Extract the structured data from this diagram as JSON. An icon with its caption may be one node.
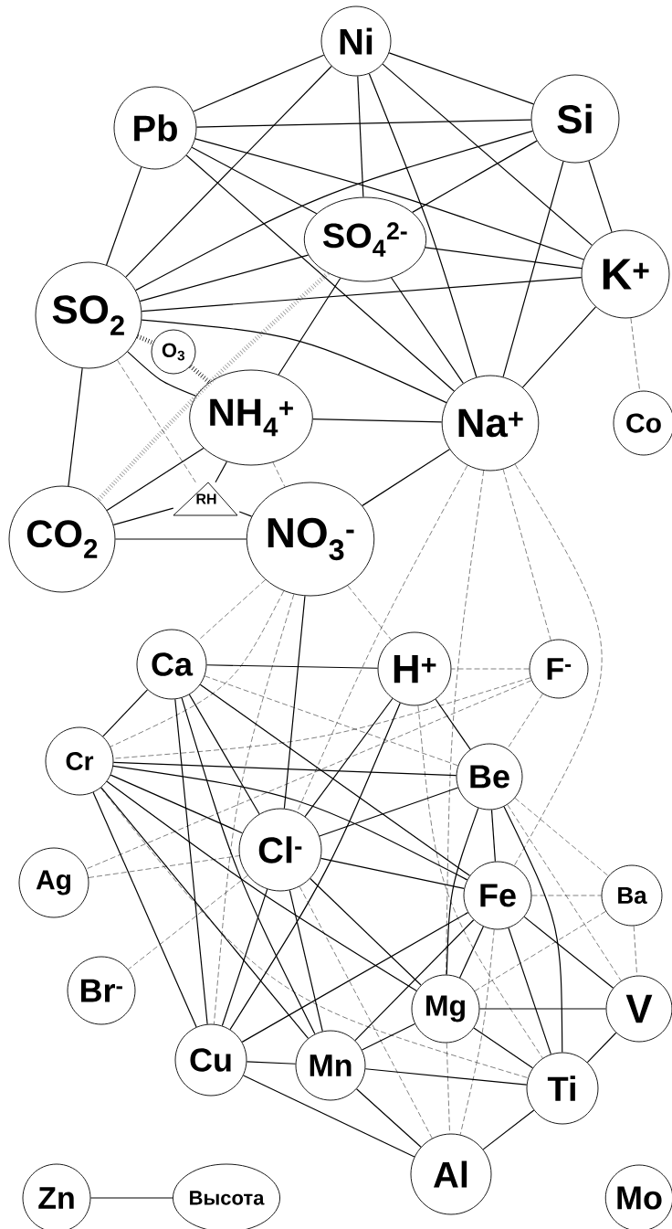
{
  "diagram": {
    "nodes": [
      {
        "text": [
          "Ni"
        ]
      },
      {
        "text": [
          "Pb"
        ]
      },
      {
        "text": [
          "Si"
        ]
      },
      {
        "text": [
          "SO$_{4}$$^{2-}$"
        ]
      },
      {
        "text": [
          "K$^{+}$"
        ]
      },
      {
        "text": [
          "SO$_{2}$"
        ]
      },
      {
        "text": [
          "O$_{3}$"
        ]
      },
      {
        "text": [
          "NH$_{4}$$^{+}$"
        ]
      },
      {
        "text": [
          "Na$^{+}$"
        ]
      },
      {
        "text": [
          "Co"
        ]
      },
      {
        "text": [
          "RH"
        ]
      },
      {
        "text": [
          "CO$_{2}$"
        ]
      },
      {
        "text": [
          "NO$_{3}$$^{-}$"
        ]
      },
      {
        "text": [
          "Ca"
        ]
      },
      {
        "text": [
          "H$^{+}$"
        ]
      },
      {
        "text": [
          "F$^{-}$"
        ]
      },
      {
        "text": [
          "Cr"
        ]
      },
      {
        "text": [
          "Be"
        ]
      },
      {
        "text": [
          "Cl$^{-}$"
        ]
      },
      {
        "text": [
          "Ag"
        ]
      },
      {
        "text": [
          "Fe"
        ]
      },
      {
        "text": [
          "Ba"
        ]
      },
      {
        "text": [
          "Br$^{-}$"
        ]
      },
      {
        "text": [
          "Mg"
        ]
      },
      {
        "text": [
          "V"
        ]
      },
      {
        "text": [
          "Cu"
        ]
      },
      {
        "text": [
          "Mn"
        ]
      },
      {
        "text": [
          "Ti"
        ]
      },
      {
        "text": [
          "Al"
        ]
      },
      {
        "text": [
          "Zn"
        ]
      },
      {
        "text": [
          "Высота"
        ]
      },
      {
        "text": [
          "Mo"
        ]
      }
    ],
    "edges": [
      {
        "from": 0,
        "to": 1,
        "arrow": "none"
      },
      {
        "from": 0,
        "to": 2,
        "arrow": "none"
      },
      {
        "from": 0,
        "to": 5,
        "arrow": "none"
      },
      {
        "from": 0,
        "to": 3,
        "arrow": "none"
      },
      {
        "from": 0,
        "to": 8,
        "arrow": "none"
      },
      {
        "from": 0,
        "to": 4,
        "arrow": "none"
      },
      {
        "from": 1,
        "to": 2,
        "arrow": "none"
      },
      {
        "from": 1,
        "to": 5,
        "arrow": "none"
      },
      {
        "from": 1,
        "to": 4,
        "arrow": "none"
      },
      {
        "from": 1,
        "to": 3,
        "arrow": "none"
      },
      {
        "from": 1,
        "to": 8,
        "arrow": "none"
      },
      {
        "from": 2,
        "to": 5,
        "arrow": "none"
      },
      {
        "from": 2,
        "to": 3,
        "arrow": "none"
      },
      {
        "from": 2,
        "to": 8,
        "arrow": "none"
      },
      {
        "from": 2,
        "to": 4,
        "arrow": "none"
      },
      {
        "from": 3,
        "to": 4,
        "arrow": "none"
      },
      {
        "from": 3,
        "to": 5,
        "arrow": "none"
      },
      {
        "from": 3,
        "to": 7,
        "arrow": "none"
      },
      {
        "from": 3,
        "to": 8,
        "arrow": "none"
      },
      {
        "from": 3,
        "to": 11,
        "arrow": "none",
        "style": "dashed",
        "color": "#888888"
      },
      {
        "from": 5,
        "to": 4,
        "arrow": "none"
      },
      {
        "from": 5,
        "to": 8,
        "arrow": "none"
      },
      {
        "from": 5,
        "to": 7,
        "arrow": "none"
      },
      {
        "from": 5,
        "to": 11,
        "arrow": "none"
      },
      {
        "from": 5,
        "to": 6,
        "arrow": "none",
        "style": "dashed"
      },
      {
        "from": 5,
        "to": 10,
        "arrow": "none",
        "style": "dashed"
      },
      {
        "from": 6,
        "to": 7,
        "arrow": "none",
        "style": "dashed"
      },
      {
        "from": 7,
        "to": 8,
        "arrow": "none"
      },
      {
        "from": 7,
        "to": 11,
        "arrow": "none"
      },
      {
        "from": 7,
        "to": 10,
        "arrow": "none"
      },
      {
        "from": 7,
        "to": 12,
        "arrow": "none",
        "style": "dashed"
      },
      {
        "from": 10,
        "to": 11,
        "arrow": "none"
      },
      {
        "from": 10,
        "to": 12,
        "arrow": "none"
      },
      {
        "from": 11,
        "to": 12,
        "arrow": "none"
      },
      {
        "from": 12,
        "to": 8,
        "arrow": "none"
      },
      {
        "from": 12,
        "to": 18,
        "arrow": "none"
      },
      {
        "from": 12,
        "to": 14,
        "arrow": "none",
        "style": "dashed"
      },
      {
        "from": 12,
        "to": 13,
        "arrow": "none",
        "style": "dashed"
      },
      {
        "from": 12,
        "to": 16,
        "arrow": "none",
        "style": "dashed"
      },
      {
        "from": 12,
        "to": 25,
        "arrow": "none",
        "style": "dashed"
      },
      {
        "from": 8,
        "to": 4,
        "arrow": "none"
      },
      {
        "from": 8,
        "to": 18,
        "arrow": "none",
        "style": "dashed"
      },
      {
        "from": 8,
        "to": 23,
        "arrow": "none",
        "style": "dashed"
      },
      {
        "from": 8,
        "to": 20,
        "arrow": "none",
        "style": "dashed"
      },
      {
        "from": 8,
        "to": 15,
        "arrow": "none",
        "style": "dashed"
      },
      {
        "from": 4,
        "to": 9,
        "arrow": "none",
        "style": "dashed"
      },
      {
        "from": 13,
        "to": 14,
        "arrow": "none"
      },
      {
        "from": 13,
        "to": 16,
        "arrow": "none"
      },
      {
        "from": 13,
        "to": 18,
        "arrow": "none"
      },
      {
        "from": 13,
        "to": 25,
        "arrow": "none"
      },
      {
        "from": 13,
        "to": 26,
        "arrow": "none"
      },
      {
        "from": 13,
        "to": 20,
        "arrow": "none"
      },
      {
        "from": 13,
        "to": 17,
        "arrow": "none",
        "style": "dashed"
      },
      {
        "from": 16,
        "to": 17,
        "arrow": "none"
      },
      {
        "from": 16,
        "to": 20,
        "arrow": "none"
      },
      {
        "from": 16,
        "to": 18,
        "arrow": "none"
      },
      {
        "from": 16,
        "to": 23,
        "arrow": "none"
      },
      {
        "from": 16,
        "to": 25,
        "arrow": "none"
      },
      {
        "from": 16,
        "to": 26,
        "arrow": "none"
      },
      {
        "from": 16,
        "to": 27,
        "arrow": "none",
        "style": "dashed"
      },
      {
        "from": 15,
        "to": 14,
        "arrow": "none",
        "style": "dashed"
      },
      {
        "from": 15,
        "to": 16,
        "arrow": "none",
        "style": "dashed"
      },
      {
        "from": 15,
        "to": 19,
        "arrow": "none",
        "style": "dashed"
      },
      {
        "from": 15,
        "to": 17,
        "arrow": "none",
        "style": "dashed"
      },
      {
        "from": 14,
        "to": 17,
        "arrow": "none"
      },
      {
        "from": 14,
        "to": 18,
        "arrow": "none"
      },
      {
        "from": 14,
        "to": 25,
        "arrow": "none"
      },
      {
        "from": 14,
        "to": 27,
        "arrow": "none",
        "style": "dashed"
      },
      {
        "from": 19,
        "to": 18,
        "arrow": "none",
        "style": "dashed"
      },
      {
        "from": 17,
        "to": 18,
        "arrow": "none"
      },
      {
        "from": 17,
        "to": 20,
        "arrow": "none"
      },
      {
        "from": 17,
        "to": 23,
        "arrow": "none"
      },
      {
        "from": 17,
        "to": 27,
        "arrow": "none"
      },
      {
        "from": 17,
        "to": 21,
        "arrow": "none",
        "style": "dashed"
      },
      {
        "from": 17,
        "to": 24,
        "arrow": "none",
        "style": "dashed"
      },
      {
        "from": 18,
        "to": 20,
        "arrow": "none"
      },
      {
        "from": 18,
        "to": 25,
        "arrow": "none"
      },
      {
        "from": 18,
        "to": 26,
        "arrow": "none"
      },
      {
        "from": 18,
        "to": 23,
        "arrow": "none"
      },
      {
        "from": 18,
        "to": 28,
        "arrow": "none",
        "style": "dashed"
      },
      {
        "from": 18,
        "to": 22,
        "arrow": "none",
        "style": "dashed"
      },
      {
        "from": 20,
        "to": 25,
        "arrow": "none"
      },
      {
        "from": 20,
        "to": 26,
        "arrow": "none"
      },
      {
        "from": 20,
        "to": 23,
        "arrow": "none"
      },
      {
        "from": 20,
        "to": 27,
        "arrow": "none"
      },
      {
        "from": 20,
        "to": 24,
        "arrow": "none"
      },
      {
        "from": 20,
        "to": 21,
        "arrow": "none",
        "style": "dashed"
      },
      {
        "from": 20,
        "to": 28,
        "arrow": "none",
        "style": "dashed"
      },
      {
        "from": 21,
        "to": 24,
        "arrow": "none",
        "style": "dashed"
      },
      {
        "from": 21,
        "to": 23,
        "arrow": "none",
        "style": "dashed"
      },
      {
        "from": 23,
        "to": 24,
        "arrow": "none"
      },
      {
        "from": 23,
        "to": 27,
        "arrow": "none"
      },
      {
        "from": 23,
        "to": 26,
        "arrow": "none"
      },
      {
        "from": 23,
        "to": 28,
        "arrow": "none",
        "style": "dashed"
      },
      {
        "from": 25,
        "to": 26,
        "arrow": "none"
      },
      {
        "from": 25,
        "to": 28,
        "arrow": "none"
      },
      {
        "from": 26,
        "to": 27,
        "arrow": "none"
      },
      {
        "from": 26,
        "to": 28,
        "arrow": "none"
      },
      {
        "from": 27,
        "to": 24,
        "arrow": "none"
      },
      {
        "from": 27,
        "to": 28,
        "arrow": "none"
      },
      {
        "from": 29,
        "to": 30,
        "arrow": "none"
      }
    ]
  }
}
